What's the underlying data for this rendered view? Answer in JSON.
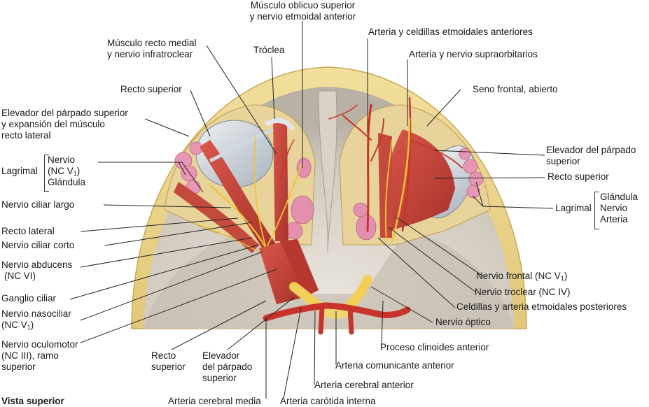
{
  "title": "Vista superior",
  "labels": {
    "oblicuo_1": "Músculo oblicuo superior",
    "oblicuo_2": "y nervio etmoidal anterior",
    "recto_medial_1": "Músculo recto medial",
    "recto_medial_2": "y nervio infratroclear",
    "troclea": "Tróclea",
    "arteria_etmoidales_ant": "Arteria y celdillas etmoidales anteriores",
    "supraorbitarios": "Arteria y nervio supraorbitarios",
    "recto_superior_left": "Recto superior",
    "seno_frontal": "Seno frontal, abierto",
    "elevador_left_1": "Elevador del párpado superior",
    "elevador_left_2": "y expansión del músculo",
    "elevador_left_3": "recto lateral",
    "elevador_right_1": "Elevador del párpado",
    "elevador_right_2": "superior",
    "recto_superior_right": "Recto superior",
    "lagrimal_left": "Lagrimal",
    "nervio_left": "Nervio",
    "nc_v1_left_pre": "(NC V",
    "nc_v1_left_sub": "1",
    "nc_v1_left_post": ")",
    "glandula_left": "Glándula",
    "lagrimal_right": "Lagrimal",
    "glandula_right": "Glándula",
    "nervio_right": "Nervio",
    "arteria_right": "Arteria",
    "ciliar_largo": "Nervio ciliar largo",
    "recto_lateral": "Recto lateral",
    "ciliar_corto": "Nervio ciliar corto",
    "abducens_1": "Nervio abducens",
    "abducens_2": "(NC VI)",
    "ganglio_ciliar": "Ganglio ciliar",
    "nasociliar_1": "Nervio nasociliar",
    "nasociliar_2_pre": "(NC V",
    "nasociliar_2_sub": "1",
    "nasociliar_2_post": ")",
    "oculomotor_1": "Nervio oculomotor",
    "oculomotor_2": "(NC III), ramo",
    "oculomotor_3": "superior",
    "nervio_frontal_pre": "Nervio frontal (NC V",
    "nervio_frontal_sub": "1",
    "nervio_frontal_post": ")",
    "troclear": "Nervio troclear (NC IV)",
    "etmoidales_post": "Celdillas y arteria etmoidales posteriores",
    "nervio_optico": "Nervio óptico",
    "clinoides": "Proceso clinoides anterior",
    "recto_bottom_1": "Recto",
    "recto_bottom_2": "superior",
    "elevador_bottom_1": "Elevador",
    "elevador_bottom_2": "del párpado",
    "elevador_bottom_3": "superior",
    "comunicante": "Arteria comunicante anterior",
    "cerebral_anterior": "Arteria cerebral anterior",
    "cerebral_media": "Arteria cerebral media",
    "carotida": "Arteria carótida interna"
  }
}
